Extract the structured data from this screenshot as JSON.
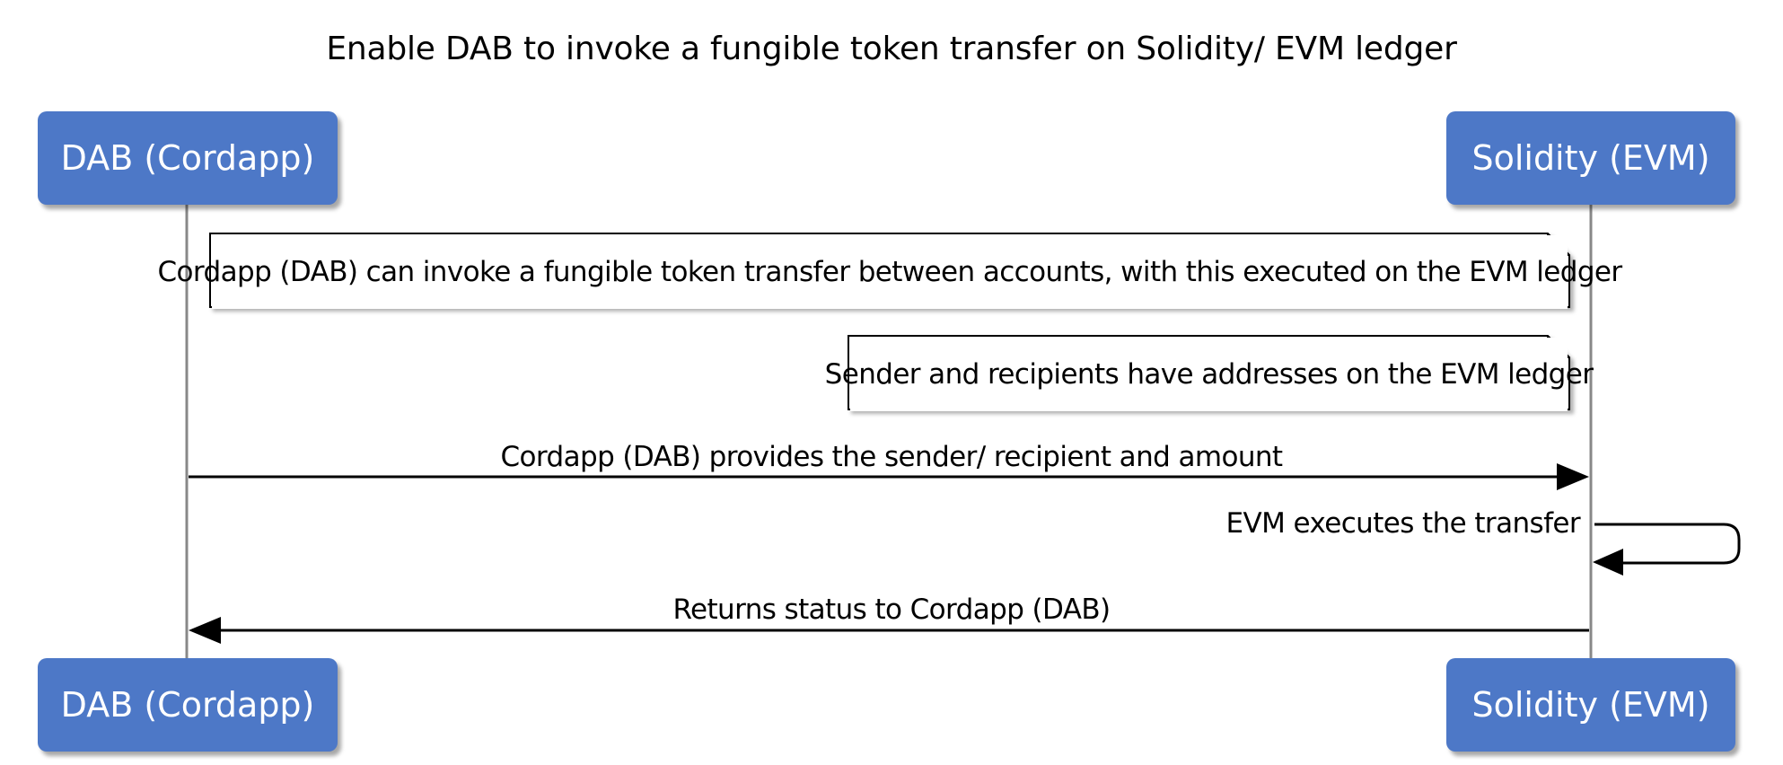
{
  "title": "Enable DAB to invoke a fungible token transfer on Solidity/ EVM ledger",
  "participants": {
    "dab": "DAB (Cordapp)",
    "evm": "Solidity (EVM)"
  },
  "notes": [
    "Cordapp (DAB) can invoke a fungible token transfer between accounts, with this executed on the EVM ledger",
    "Sender and recipients have addresses on the EVM ledger"
  ],
  "messages": [
    {
      "text": "Cordapp (DAB) provides the sender/ recipient and amount",
      "from": "DAB (Cordapp)",
      "to": "Solidity (EVM)"
    },
    {
      "text": "EVM executes the transfer",
      "from": "Solidity (EVM)",
      "to": "Solidity (EVM)"
    },
    {
      "text": "Returns status to Cordapp (DAB)",
      "from": "Solidity (EVM)",
      "to": "DAB (Cordapp)"
    }
  ],
  "colors": {
    "actor": "#4d78c7",
    "line": "#888888",
    "arrow": "#000000"
  }
}
